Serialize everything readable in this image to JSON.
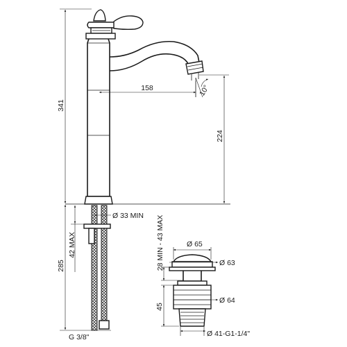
{
  "faucet": {
    "total_height": "341",
    "spout_reach": "158",
    "spout_height": "224",
    "spout_angle": "10°",
    "hole_diameter": "Ø 33 MIN",
    "max_thickness": "42 MAX",
    "hose_length": "285",
    "hose_thread": "G 3/8\""
  },
  "drain": {
    "adjust_range": "28 MIN - 43 MAX",
    "cap_diameter": "Ø 65",
    "flange_diameter": "Ø 63",
    "body_diameter": "Ø 64",
    "height": "45",
    "thread": "Ø 41-G1-1/4\""
  }
}
